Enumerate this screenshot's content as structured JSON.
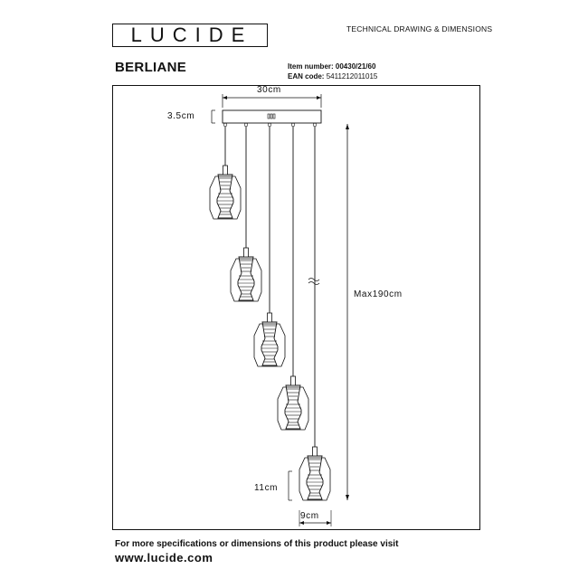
{
  "brand": {
    "logo_text": "LUCIDE",
    "header_note": "TECHNICAL DRAWING & DIMENSIONS"
  },
  "product": {
    "name": "BERLIANE",
    "item_number_label": "Item number:",
    "item_number": "00430/21/60",
    "ean_label": "EAN code:",
    "ean": "5411212011015"
  },
  "dimensions": {
    "canopy_width": "30cm",
    "canopy_height": "3.5cm",
    "max_height": "Max190cm",
    "shade_height": "11cm",
    "shade_width": "9cm"
  },
  "footer": {
    "note": "For more specifications or dimensions of this product please visit",
    "url": "www.lucide.com"
  },
  "colors": {
    "line": "#111111",
    "background": "#ffffff"
  }
}
